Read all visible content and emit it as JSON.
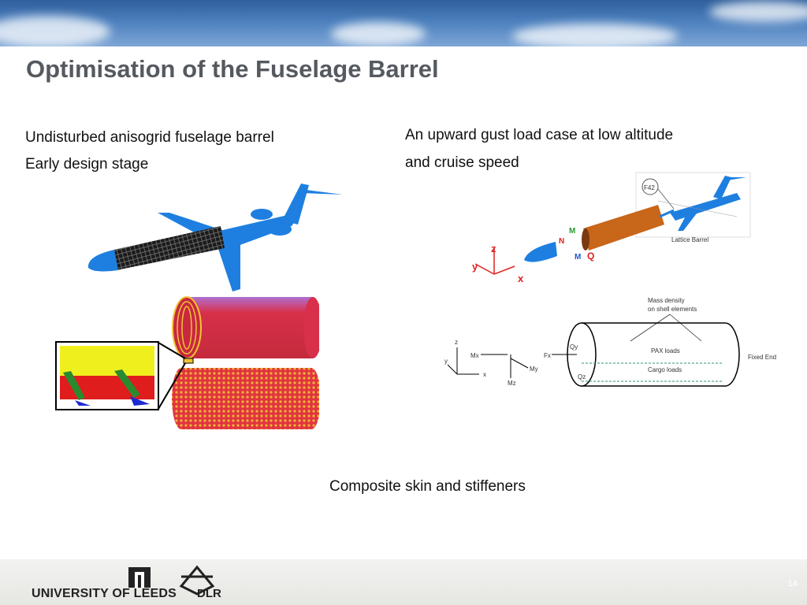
{
  "slide": {
    "title": "Optimisation of the Fuselage Barrel",
    "left_line1": "Undisturbed anisogrid fuselage barrel",
    "left_line2": "Early design stage",
    "right_line1": "An upward gust load case at low altitude",
    "right_line2": "and cruise speed",
    "bottom_caption": "Composite skin and stiffeners",
    "page_number": "14"
  },
  "diagram": {
    "f42_label": "F42",
    "lattice_label": "Lattice Barrel",
    "axis_z": "z",
    "axis_y": "y",
    "axis_x": "x",
    "load_M": "M",
    "load_N": "N",
    "load_Mx": "M",
    "load_Qz": "Q",
    "mass_density_1": "Mass density",
    "mass_density_2": "on shell elements",
    "pax_loads": "PAX loads",
    "cargo_loads": "Cargo loads",
    "fixed_end": "Fixed End",
    "qy": "Qy",
    "qz": "Qz",
    "mx": "Mx",
    "fx": "Fx",
    "my": "My",
    "mz": "Mz",
    "coord_z": "z",
    "coord_y": "y",
    "coord_x": "x"
  },
  "footer": {
    "leeds": "UNIVERSITY OF LEEDS",
    "dlr": "DLR"
  },
  "colors": {
    "title": "#555a60",
    "aircraft_blue": "#1e7fe0",
    "barrel_red": "#d8304a",
    "barrel_orange": "#c8661a"
  }
}
